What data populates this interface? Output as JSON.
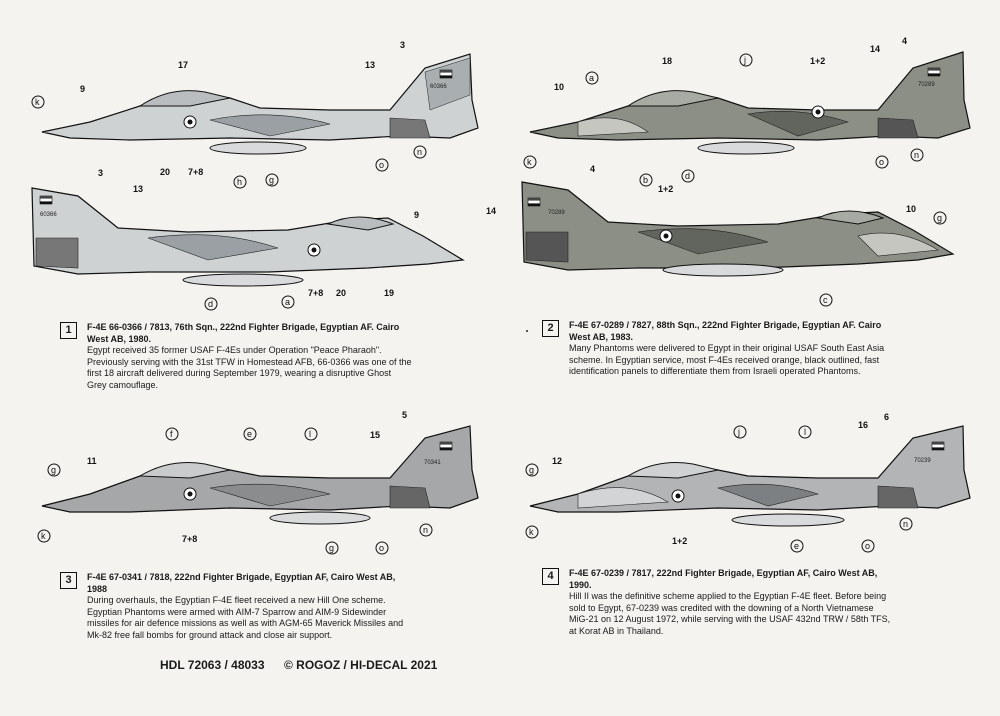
{
  "profiles": [
    {
      "serial": "60366",
      "callouts": [
        "3",
        "13",
        "17",
        "9",
        "20",
        "7+8"
      ],
      "letters": [
        "k",
        "g",
        "o",
        "n"
      ]
    },
    {
      "serial": "60366",
      "callouts": [
        "3",
        "13",
        "9",
        "7+8",
        "20",
        "19"
      ],
      "letters": [
        "h",
        "d",
        "a"
      ]
    },
    {
      "serial": "70289",
      "callouts": [
        "14",
        "4",
        "18",
        "1+2",
        "10"
      ],
      "letters": [
        "a",
        "j",
        "k",
        "d",
        "o",
        "n"
      ]
    },
    {
      "serial": "70289",
      "callouts": [
        "4",
        "14",
        "1+2",
        "10"
      ],
      "letters": [
        "b",
        "g",
        "c"
      ]
    },
    {
      "serial": "70341",
      "callouts": [
        "5",
        "15",
        "11",
        "7+8"
      ],
      "letters": [
        "f",
        "e",
        "l",
        "g",
        "k",
        "g",
        "o",
        "n"
      ]
    },
    {
      "serial": "70239",
      "callouts": [
        "6",
        "16",
        "12",
        "1+2"
      ],
      "letters": [
        "j",
        "l",
        "g",
        "k",
        "e",
        "o",
        "n"
      ]
    }
  ],
  "captions": [
    {
      "number": "1",
      "title_line1": "F-4E 66-0366 / 7813, 76th Sqn., 222nd Fighter Brigade, Egyptian AF. Cairo",
      "title_line2": "West AB, 1980.",
      "body_lines": [
        "Egypt received 35 former USAF F-4Es under Operation \"Peace Pharaoh\".",
        "Previously serving with the 31st TFW in Homestead AFB, 66-0366 was one of the",
        "first 18 aircraft delivered during September 1979, wearing a disruptive Ghost",
        "Grey camouflage."
      ]
    },
    {
      "number": "2",
      "title_line1": "F-4E 67-0289 / 7827, 88th Sqn., 222nd Fighter Brigade, Egyptian AF. Cairo",
      "title_line2": "West AB, 1983.",
      "body_lines": [
        "Many Phantoms were delivered to Egypt in their original USAF South East Asia",
        "scheme. In Egyptian service, most F-4Es received orange, black outlined, fast",
        "identification panels to differentiate them from Israeli operated Phantoms."
      ]
    },
    {
      "number": "3",
      "title_line1": "F-4E 67-0341 / 7818, 222nd Fighter Brigade, Egyptian AF, Cairo West AB,",
      "title_line2": "1988",
      "body_lines": [
        "During overhauls, the Egyptian F-4E fleet received a new Hill One scheme.",
        "Egyptian Phantoms were armed with AIM-7 Sparrow and AIM-9 Sidewinder",
        "missiles for air defence missions as well as with AGM-65 Maverick Missiles and",
        "Mk-82 free fall bombs for ground attack and close air support."
      ]
    },
    {
      "number": "4",
      "title_line1": "F-4E 67-0239 / 7817, 222nd Fighter Brigade, Egyptian AF, Cairo West AB,",
      "title_line2": "1990.",
      "body_lines": [
        "Hill II was the definitive scheme applied to the Egyptian F-4E fleet. Before being",
        "sold to Egypt, 67-0239 was credited with the downing of a North Vietnamese",
        "MiG-21 on 12 August 1972, while serving with the USAF 432nd TRW / 58th TFS,",
        "at Korat AB in Thailand."
      ]
    }
  ],
  "footer": {
    "code": "HDL 72063 / 48033",
    "copyright": "© ROGOZ / HI-DECAL 2021"
  }
}
